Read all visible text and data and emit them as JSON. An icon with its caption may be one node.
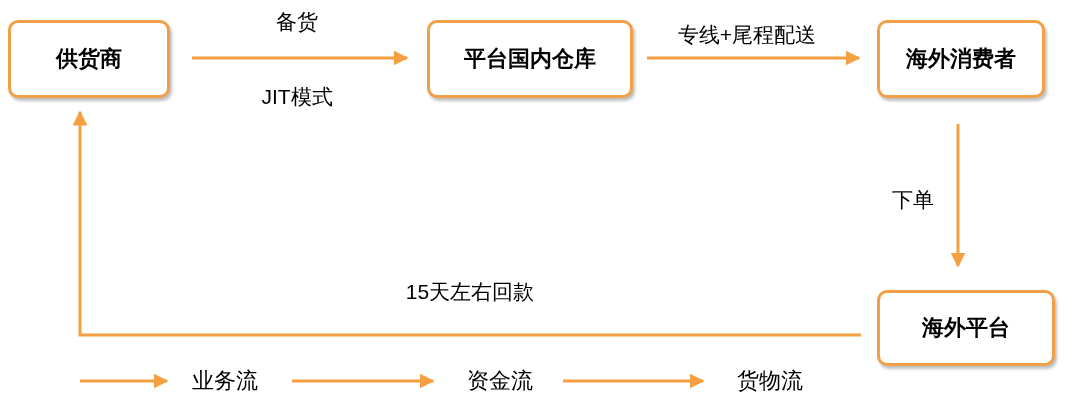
{
  "diagram": {
    "nodes": [
      {
        "text": [
          "供货商"
        ]
      },
      {
        "text": [
          "平台国内仓库"
        ]
      },
      {
        "text": [
          "海外消费者"
        ]
      },
      {
        "text": [
          "海外平台"
        ]
      },
      {
        "text": [
          "业务流"
        ]
      },
      {
        "text": [
          "资金流"
        ]
      },
      {
        "text": [
          "货物流"
        ]
      }
    ],
    "edges": [
      {
        "from": 0,
        "to": 1,
        "arrow": "to",
        "label": "备货"
      },
      {
        "from": 1,
        "to": 2,
        "arrow": "to",
        "label": "专线+尾程配送"
      },
      {
        "from": 2,
        "to": 3,
        "arrow": "to",
        "label": "下单"
      },
      {
        "from": 3,
        "to": 0,
        "arrow": "to",
        "label": "15天左右回款"
      },
      {
        "from": null,
        "to": 4,
        "arrow": "to"
      },
      {
        "from": 4,
        "to": 5,
        "arrow": "to"
      },
      {
        "from": 5,
        "to": 6,
        "arrow": "to"
      }
    ],
    "labels": [
      "JIT模式"
    ]
  }
}
